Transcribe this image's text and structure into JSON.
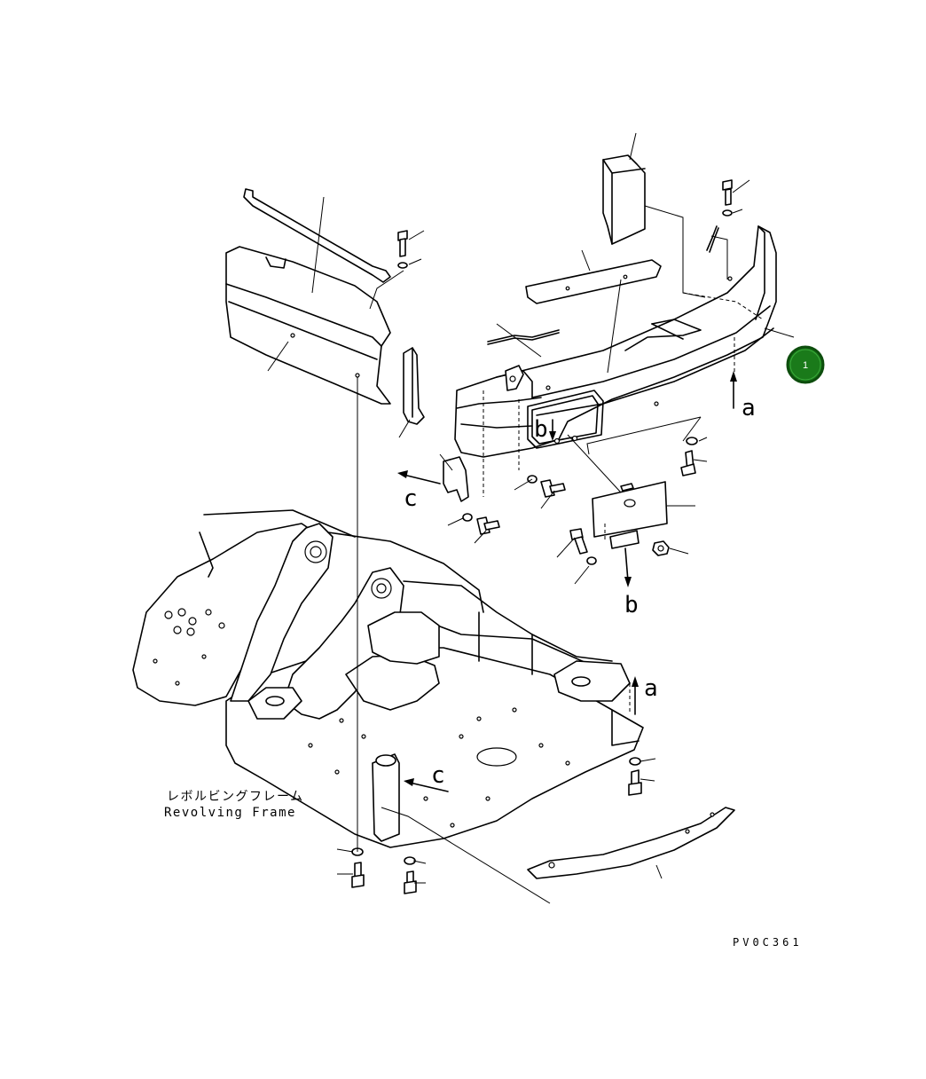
{
  "diagram": {
    "frame_label_jp": "レボルビングフレーム",
    "frame_label_en": "Revolving Frame",
    "drawing_code": "PV0C361",
    "callout_badge": {
      "text": "1",
      "color": "#1a7a1a"
    },
    "reference_letters": {
      "a_top": "a",
      "a_bottom": "a",
      "b_top": "b",
      "b_bottom": "b",
      "c_left": "c",
      "c_frame": "c"
    }
  }
}
